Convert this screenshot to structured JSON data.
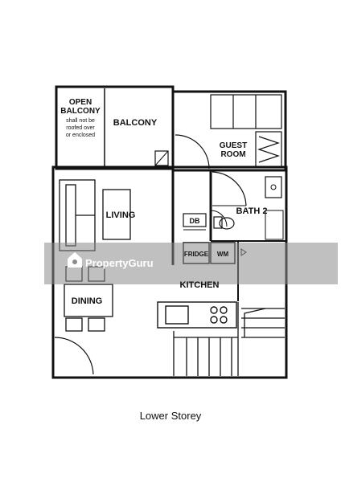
{
  "rooms": {
    "open_balcony": "OPEN BALCONY",
    "open_balcony_note": [
      "shall not be",
      "roofed over",
      "or enclosed"
    ],
    "balcony": "BALCONY",
    "guest_room": [
      "GUEST",
      "ROOM"
    ],
    "living": "LIVING",
    "bath2": "BATH 2",
    "db": "DB",
    "fridge": "FRIDGE",
    "wm": "WM",
    "kitchen": "KITCHEN",
    "dining": "DINING"
  },
  "caption": "Lower Storey",
  "watermark": "PropertyGuru",
  "colors": {
    "line": "#111111",
    "watermark_band": "#8c8c8c",
    "background": "#ffffff"
  }
}
